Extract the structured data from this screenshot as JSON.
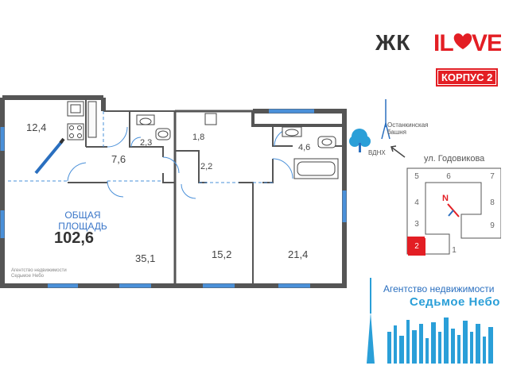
{
  "brand": {
    "prefix": "ЖК",
    "name": "ILOVE",
    "building_badge": "КОРПУС 2"
  },
  "plan": {
    "total_caption_line1": "ОБЩАЯ",
    "total_caption_line2": "ПЛОЩАДЬ",
    "total_area": "102,6",
    "rooms": {
      "kitchen": "12,4",
      "hall": "7,6",
      "bath1": "2,3",
      "wardrobe1": "1,8",
      "corridor": "2,2",
      "bath2": "4,6",
      "living": "35,1",
      "bedroom1": "15,2",
      "bedroom2": "21,4"
    }
  },
  "location": {
    "tower_label_line1": "Останкинская",
    "tower_label_line2": "башня",
    "metro_label": "ВДНХ",
    "street_label": "ул. Годовикова",
    "compass": "N",
    "sections": [
      "1",
      "2",
      "3",
      "4",
      "5",
      "6",
      "7",
      "8",
      "9"
    ],
    "active_section": "2"
  },
  "agency": {
    "name": "Агентство недвижимости",
    "subname": "Седьмое Небо"
  },
  "watermark": {
    "line1": "Агентство недвижимости",
    "line2": "Седьмое Небо"
  },
  "colors": {
    "accent_red": "#e31e24",
    "blueprint_blue": "#2a6fbf",
    "wall": "#555555",
    "window": "#4a90d9"
  }
}
